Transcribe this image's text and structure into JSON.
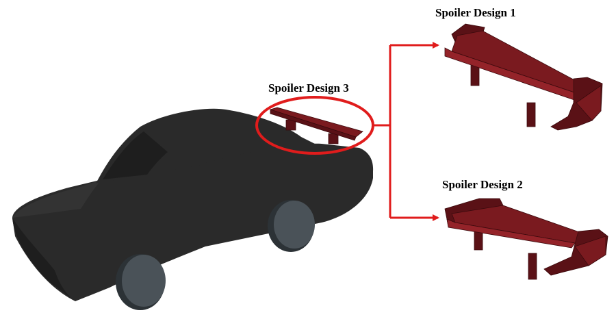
{
  "labels": {
    "design1": "Spoiler Design  1",
    "design2": "Spoiler Design 2",
    "design3": "Spoiler Design 3"
  },
  "colors": {
    "car_body": "#2a2a2a",
    "car_shade": "#1e1e1e",
    "wheel": "#4a5258",
    "spoiler": "#7a1a1f",
    "spoiler_dark": "#5a1116",
    "spoiler_light": "#942329",
    "highlight": "#e01c1c"
  }
}
